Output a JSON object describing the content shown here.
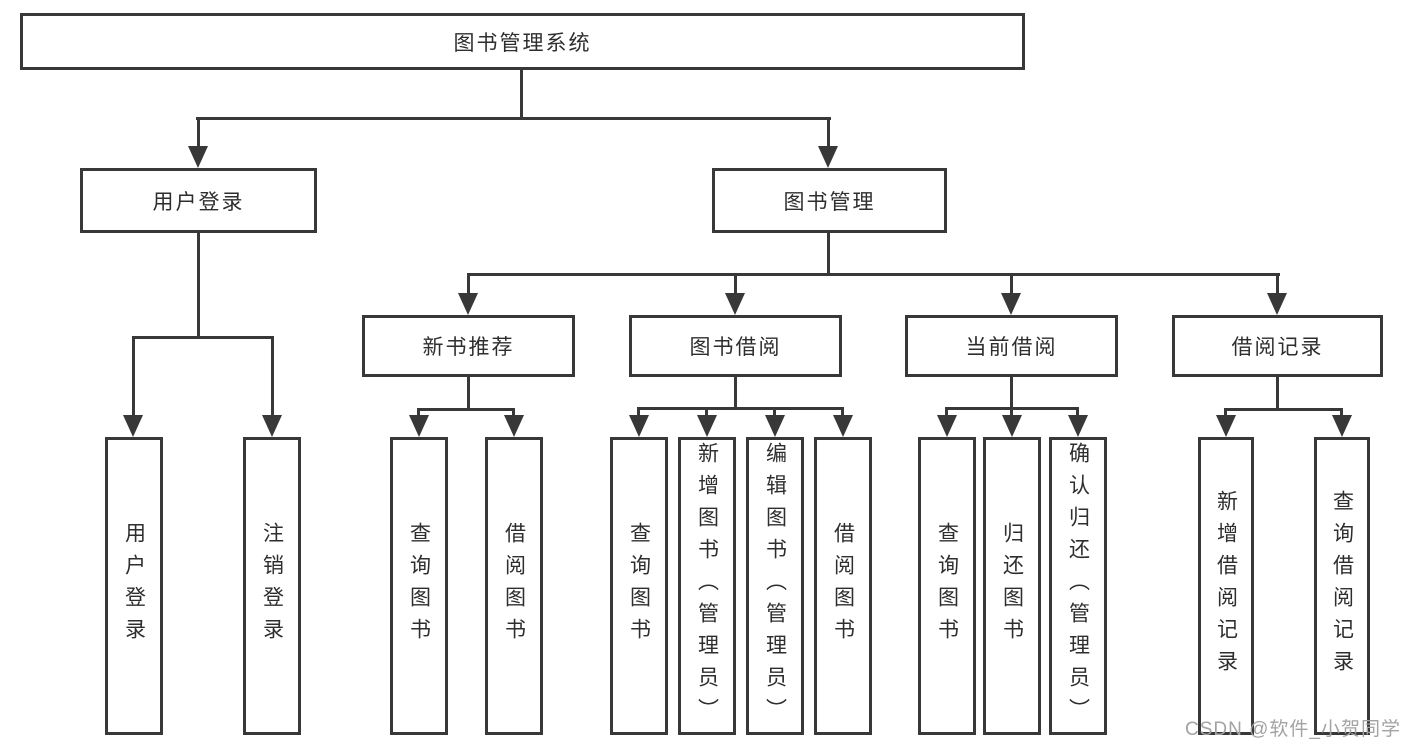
{
  "title": "图书管理系统",
  "watermark": "CSDN @软件_小贺同学",
  "colors": {
    "background": "#ffffff",
    "line": "#383838",
    "text": "#2e2e2e",
    "watermark": "#a3a3a3"
  },
  "nodes": {
    "root": "图书管理系统",
    "login": "用户登录",
    "mgmt": "图书管理",
    "rec": "新书推荐",
    "borrow": "图书借阅",
    "current": "当前借阅",
    "records": "借阅记录",
    "login_user": "用户登录",
    "login_logout": "注销登录",
    "rec_search": "查询图书",
    "rec_borrow": "借阅图书",
    "borrow_search": "查询图书",
    "borrow_add": "新增图书（管理员）",
    "borrow_edit": "编辑图书（管理员）",
    "borrow_borrow": "借阅图书",
    "current_search": "查询图书",
    "current_return": "归还图书",
    "current_confirm": "确认归还（管理员）",
    "records_add": "新增借阅记录",
    "records_search": "查询借阅记录"
  }
}
